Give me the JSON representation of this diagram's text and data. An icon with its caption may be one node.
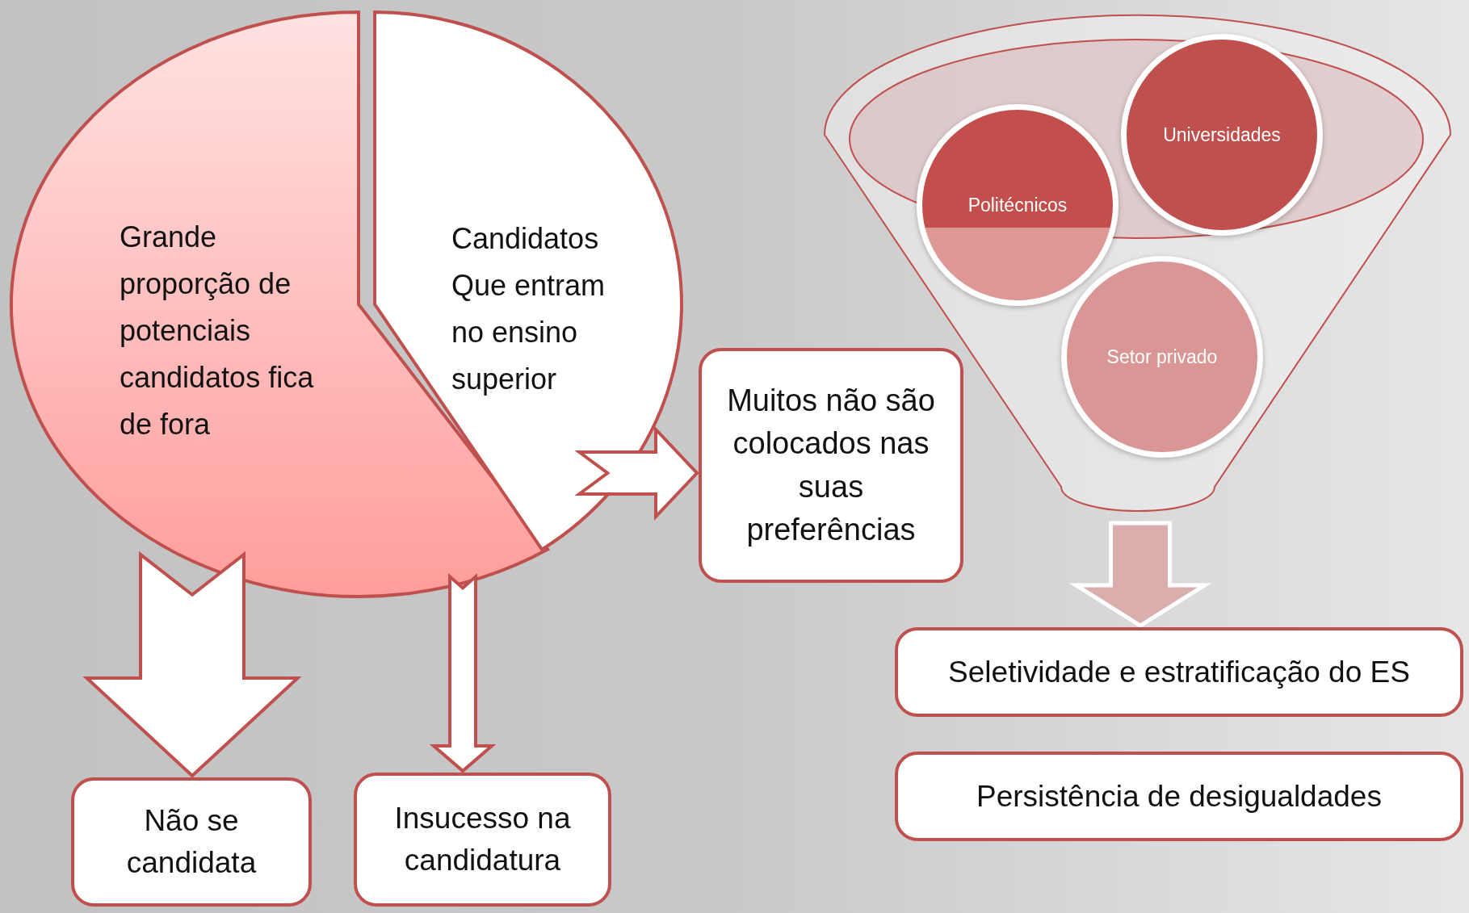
{
  "diagram": {
    "nodes": [
      {
        "text": [
          "Grande proporção de potenciais candidatos fica de fora"
        ]
      },
      {
        "text": [
          "Candidatos Que entram no ensino superior"
        ]
      },
      {
        "text": [
          "Muitos não são colocados nas suas preferências"
        ]
      },
      {
        "text": [],
        "shape": "funnel"
      },
      {
        "text": [
          "Universidades"
        ],
        "in": 3
      },
      {
        "text": [
          "Politécnicos"
        ],
        "in": 3
      },
      {
        "text": [
          "Setor privado"
        ],
        "in": 3
      },
      {
        "text": [
          "Seletividade e estratificação do ES"
        ]
      },
      {
        "text": [
          "Persistência de desigualdades"
        ]
      },
      {
        "text": [
          "Não se candidata"
        ]
      },
      {
        "text": [
          "Insucesso na candidatura"
        ]
      }
    ],
    "edges": [
      {
        "from": 0,
        "to": 9,
        "arrow": "to"
      },
      {
        "from": 0,
        "to": 10,
        "arrow": "to"
      },
      {
        "from": 1,
        "to": 2,
        "arrow": "to"
      },
      {
        "from": 3,
        "to": 7,
        "arrow": "to",
        "color": "#dbaeae"
      }
    ]
  }
}
